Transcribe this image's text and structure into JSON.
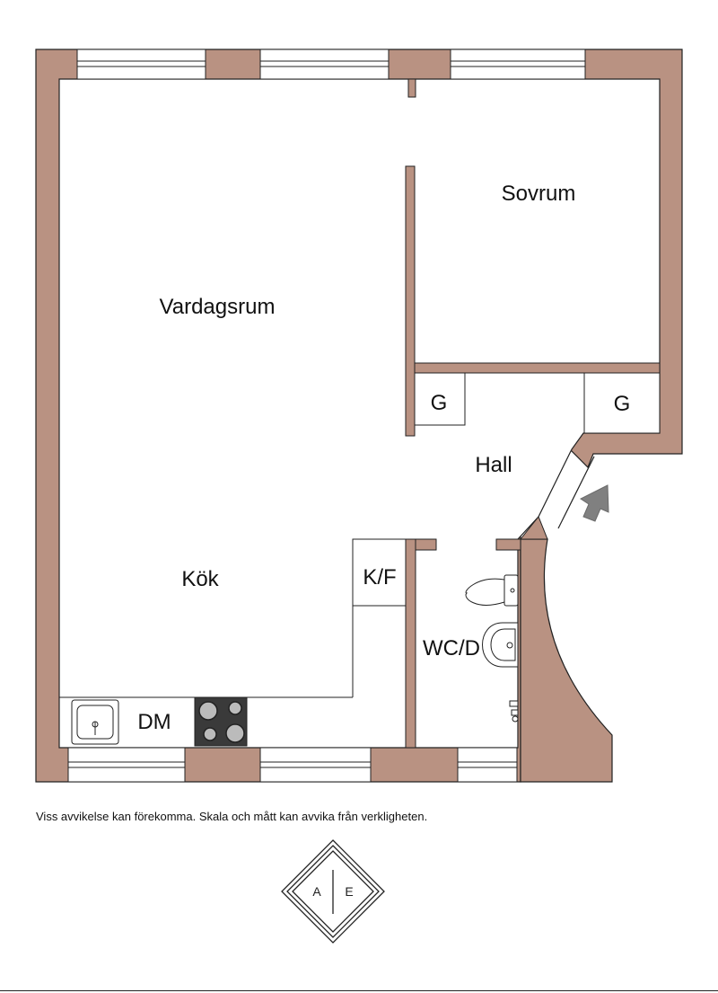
{
  "colors": {
    "wall": "#b99282",
    "outline": "#222222",
    "floor": "#ffffff",
    "stove": "#3a3a3a",
    "arrow": "#808080"
  },
  "rooms": {
    "vardagsrum": "Vardagsrum",
    "sovrum": "Sovrum",
    "kok": "Kök",
    "hall": "Hall",
    "wc": "WC/D",
    "garderob_left": "G",
    "garderob_right": "G",
    "kf": "K/F",
    "dm": "DM"
  },
  "icons": {
    "entrance": "entrance-arrow-icon",
    "sink": "sink-icon",
    "stove": "stove-icon",
    "toilet": "toilet-icon",
    "basin": "wash-basin-icon",
    "tap": "tap-icon"
  },
  "disclaimer": "Viss avvikelse kan förekomma. Skala och mått kan avvika från verkligheten.",
  "logo": {
    "left": "A",
    "right": "E"
  }
}
